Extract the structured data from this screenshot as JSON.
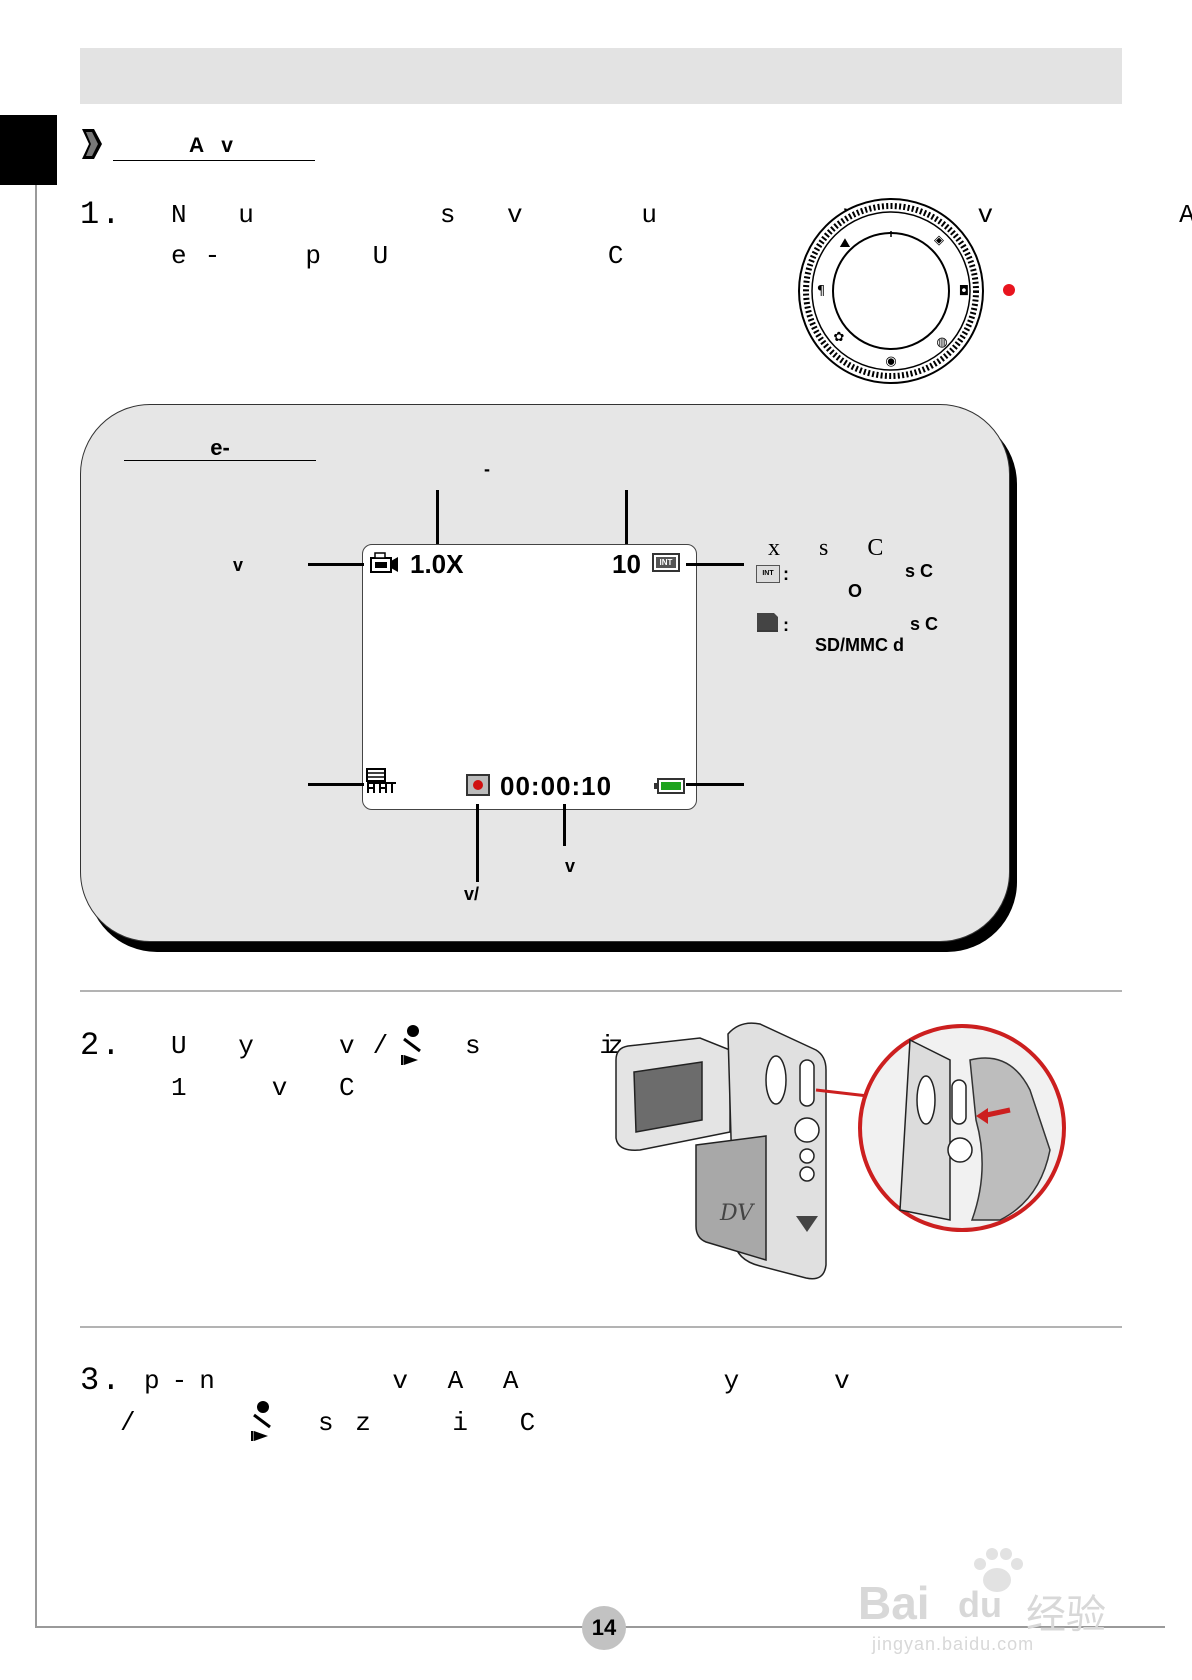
{
  "section": {
    "title": "A v"
  },
  "steps": [
    {
      "number": "1.",
      "line1": "N u     s v   u     v   v     A",
      "line2": "e-  p U      C"
    },
    {
      "number": "2.",
      "line1": "U y  v/      z",
      "line1b": "s   i",
      "line2": "1  v C"
    },
    {
      "number": "3.",
      "line1": "p-n      v A A       y   v",
      "line2": "/      z",
      "line2b": "s   i C"
    }
  ],
  "panel": {
    "title": "e-",
    "top_label": "-",
    "left_mode_label": "v",
    "right_storage_label": "x  s  C",
    "int_desc_1": "s C",
    "int_desc_2": "O",
    "sd_desc_1": "s C",
    "sd_desc_2": "SD/MMC  d",
    "colon": ":",
    "rec_label": "v/",
    "time_label": "v"
  },
  "screen": {
    "zoom": "1.0X",
    "remaining_count": "10",
    "memory_badge": "INT",
    "timer": "00:00:10"
  },
  "footer": {
    "page_number": "14"
  },
  "watermark": {
    "text_1": "Bai",
    "text_2": "du",
    "text_3": "经验",
    "url": "jingyan.baidu.com"
  },
  "colors": {
    "red_dot": "#e8141e",
    "battery_green": "#1fa31f",
    "record_red": "#d01010"
  },
  "icons": [
    "chevron-marker-icon",
    "mode-dial-icon",
    "camcorder-mode-icon",
    "memory-card-icon",
    "film-resolution-icon",
    "record-icon",
    "battery-icon",
    "camera-illustration"
  ]
}
